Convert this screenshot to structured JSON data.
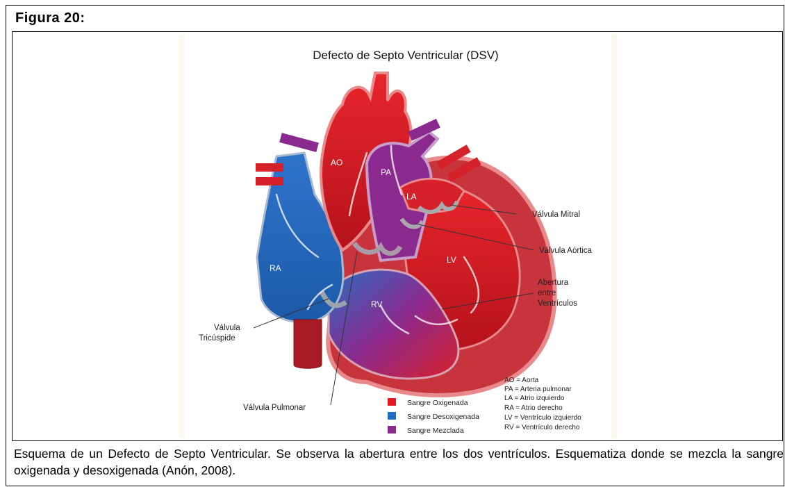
{
  "figure_label": "Figura  20:",
  "diagram": {
    "title": "Defecto de Septo Ventricular (DSV)",
    "chamber_labels": {
      "ao": "AO",
      "pa": "PA",
      "la": "LA",
      "ra": "RA",
      "lv": "LV",
      "rv": "RV"
    },
    "callouts": {
      "mitral": "Válvula Mitral",
      "aortica": "Válvula Aórtica",
      "abertura_1": "Abertura",
      "abertura_2": "entre",
      "abertura_3": "Ventrículos",
      "tricuspide_1": "Válvula",
      "tricuspide_2": "Tricúspide",
      "pulmonar": "Válvula Pulmonar"
    },
    "legend": [
      {
        "label": "Sangre Oxigenada",
        "color": "#e01b22"
      },
      {
        "label": "Sangre Desoxigenada",
        "color": "#1f6fc4"
      },
      {
        "label": "Sangre Mezclada",
        "color": "#8b2a8e"
      }
    ],
    "abbreviations": [
      "AO = Aorta",
      "PA = Arteria pulmonar",
      "LA = Atrio izquierdo",
      "RA = Atrio derecho",
      "LV = Ventrículo izquierdo",
      "RV = Ventrículo derecho"
    ]
  },
  "caption": "Esquema de un Defecto de Septo Ventricular. Se observa la abertura entre los dos ventrículos. Esquematiza donde se mezcla la sangre oxigenada y desoxigenada (Anón, 2008)."
}
